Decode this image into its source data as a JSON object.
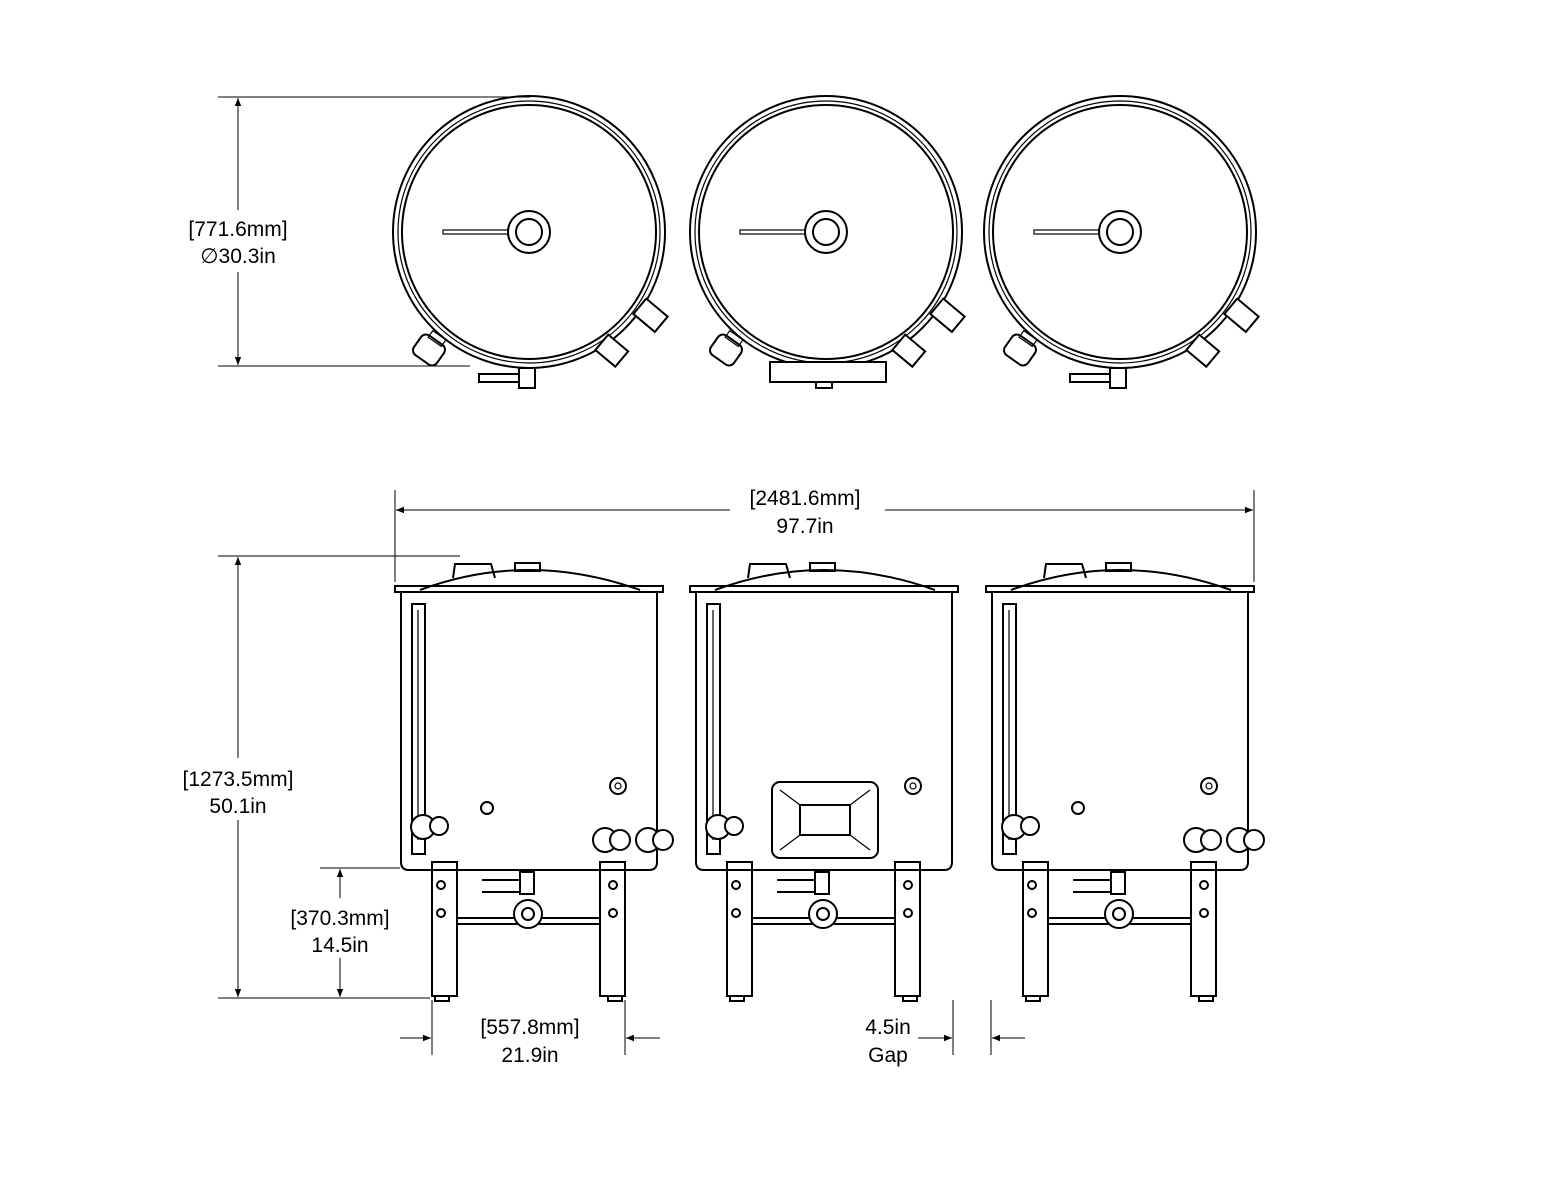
{
  "drawing": {
    "diameter": {
      "metric": "[771.6mm]",
      "imperial": "∅30.3in"
    },
    "overall_width": {
      "metric": "[2481.6mm]",
      "imperial": "97.7in"
    },
    "overall_height": {
      "metric": "[1273.5mm]",
      "imperial": "50.1in"
    },
    "leg_height": {
      "metric": "[370.3mm]",
      "imperial": "14.5in"
    },
    "leg_span": {
      "metric": "[557.8mm]",
      "imperial": "21.9in"
    },
    "gap": {
      "value": "4.5in",
      "label": "Gap"
    },
    "tanks": [
      "tank-1",
      "tank-2",
      "tank-3"
    ]
  }
}
